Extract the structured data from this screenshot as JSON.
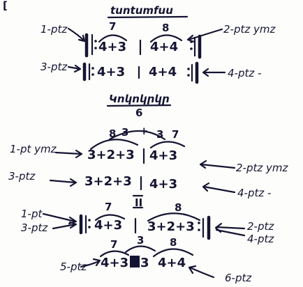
{
  "corner_mark": "[",
  "section1": {
    "title": "tuntumfuu",
    "top_numbers": {
      "left": "7",
      "right": "8"
    },
    "line1": {
      "left_label": "1-ptz",
      "expr_left": "4+3",
      "expr_right": "4+4",
      "right_label": "2-ptz ymz"
    },
    "line2": {
      "left_label": "3-ptz",
      "expr_left": "4+3",
      "expr_right": "4+4",
      "right_label": "4-ptz -"
    }
  },
  "section2": {
    "title": "Կոկոկրկր",
    "subtitle": "6",
    "top_numbers": {
      "first": "8",
      "second": "3",
      "plus": "+",
      "third": "3",
      "fourth": "7"
    },
    "line1": {
      "left_label": "1-pt ymz",
      "expr_left": "3+2+3",
      "expr_right": "4+3",
      "right_label": "2-ptz ymz"
    },
    "line2": {
      "left_label": "3-ptz",
      "expr_left": "3+2+3",
      "expr_right": "4+3",
      "right_label": "4-ptz -"
    }
  },
  "section3": {
    "roman": "II",
    "top_numbers": {
      "left": "7",
      "right": "8"
    },
    "labels_left": [
      "1-pt",
      "3-ptz"
    ],
    "expr_left": "4+3",
    "expr_right": "3+2+3",
    "labels_right": [
      "2-ptz",
      "4-ptz"
    ]
  },
  "section4": {
    "top_numbers": {
      "first": "7",
      "second": "3",
      "third": "8"
    },
    "expr": [
      "4+3",
      "3",
      "4+4"
    ],
    "left_label": "5-ptz",
    "right_label": "6-ptz"
  }
}
